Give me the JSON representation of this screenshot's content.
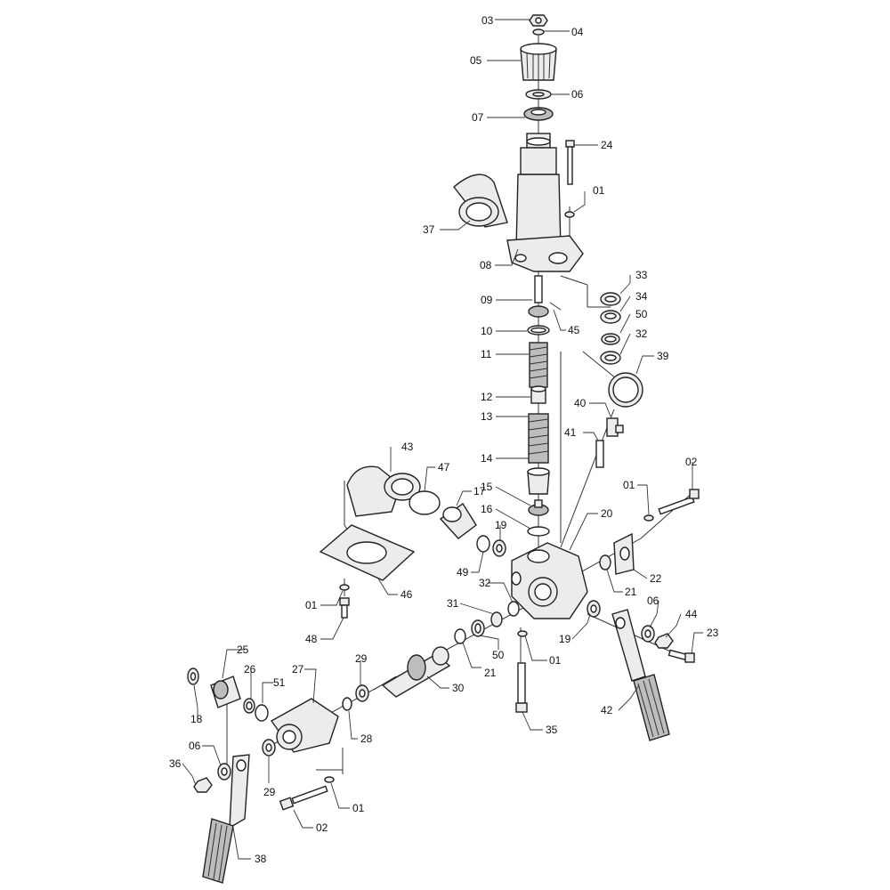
{
  "labels": {
    "p03": "03",
    "p04": "04",
    "p05": "05",
    "p06a": "06",
    "p07": "07",
    "p24": "24",
    "p01a": "01",
    "p37": "37",
    "p08": "08",
    "p33": "33",
    "p34": "34",
    "p50a": "50",
    "p32a": "32",
    "p09": "09",
    "p45": "45",
    "p10": "10",
    "p11": "11",
    "p39": "39",
    "p12": "12",
    "p40": "40",
    "p13": "13",
    "p41": "41",
    "p43": "43",
    "p47": "47",
    "p14": "14",
    "p02a": "02",
    "p01b": "01",
    "p17": "17",
    "p15": "15",
    "p16": "16",
    "p19a": "19",
    "p20": "20",
    "p49": "49",
    "p22": "22",
    "p21a": "21",
    "p32b": "32",
    "p46": "46",
    "p01c": "01",
    "p31": "31",
    "p06b": "06",
    "p44": "44",
    "p48": "48",
    "p19b": "19",
    "p23": "23",
    "p50b": "50",
    "p01d": "01",
    "p21b": "21",
    "p25": "25",
    "p27": "27",
    "p29a": "29",
    "p26": "26",
    "p51": "51",
    "p30": "30",
    "p42": "42",
    "p18": "18",
    "p28": "28",
    "p35": "35",
    "p06c": "06",
    "p36": "36",
    "p29b": "29",
    "p01e": "01",
    "p02b": "02",
    "p38": "38"
  }
}
